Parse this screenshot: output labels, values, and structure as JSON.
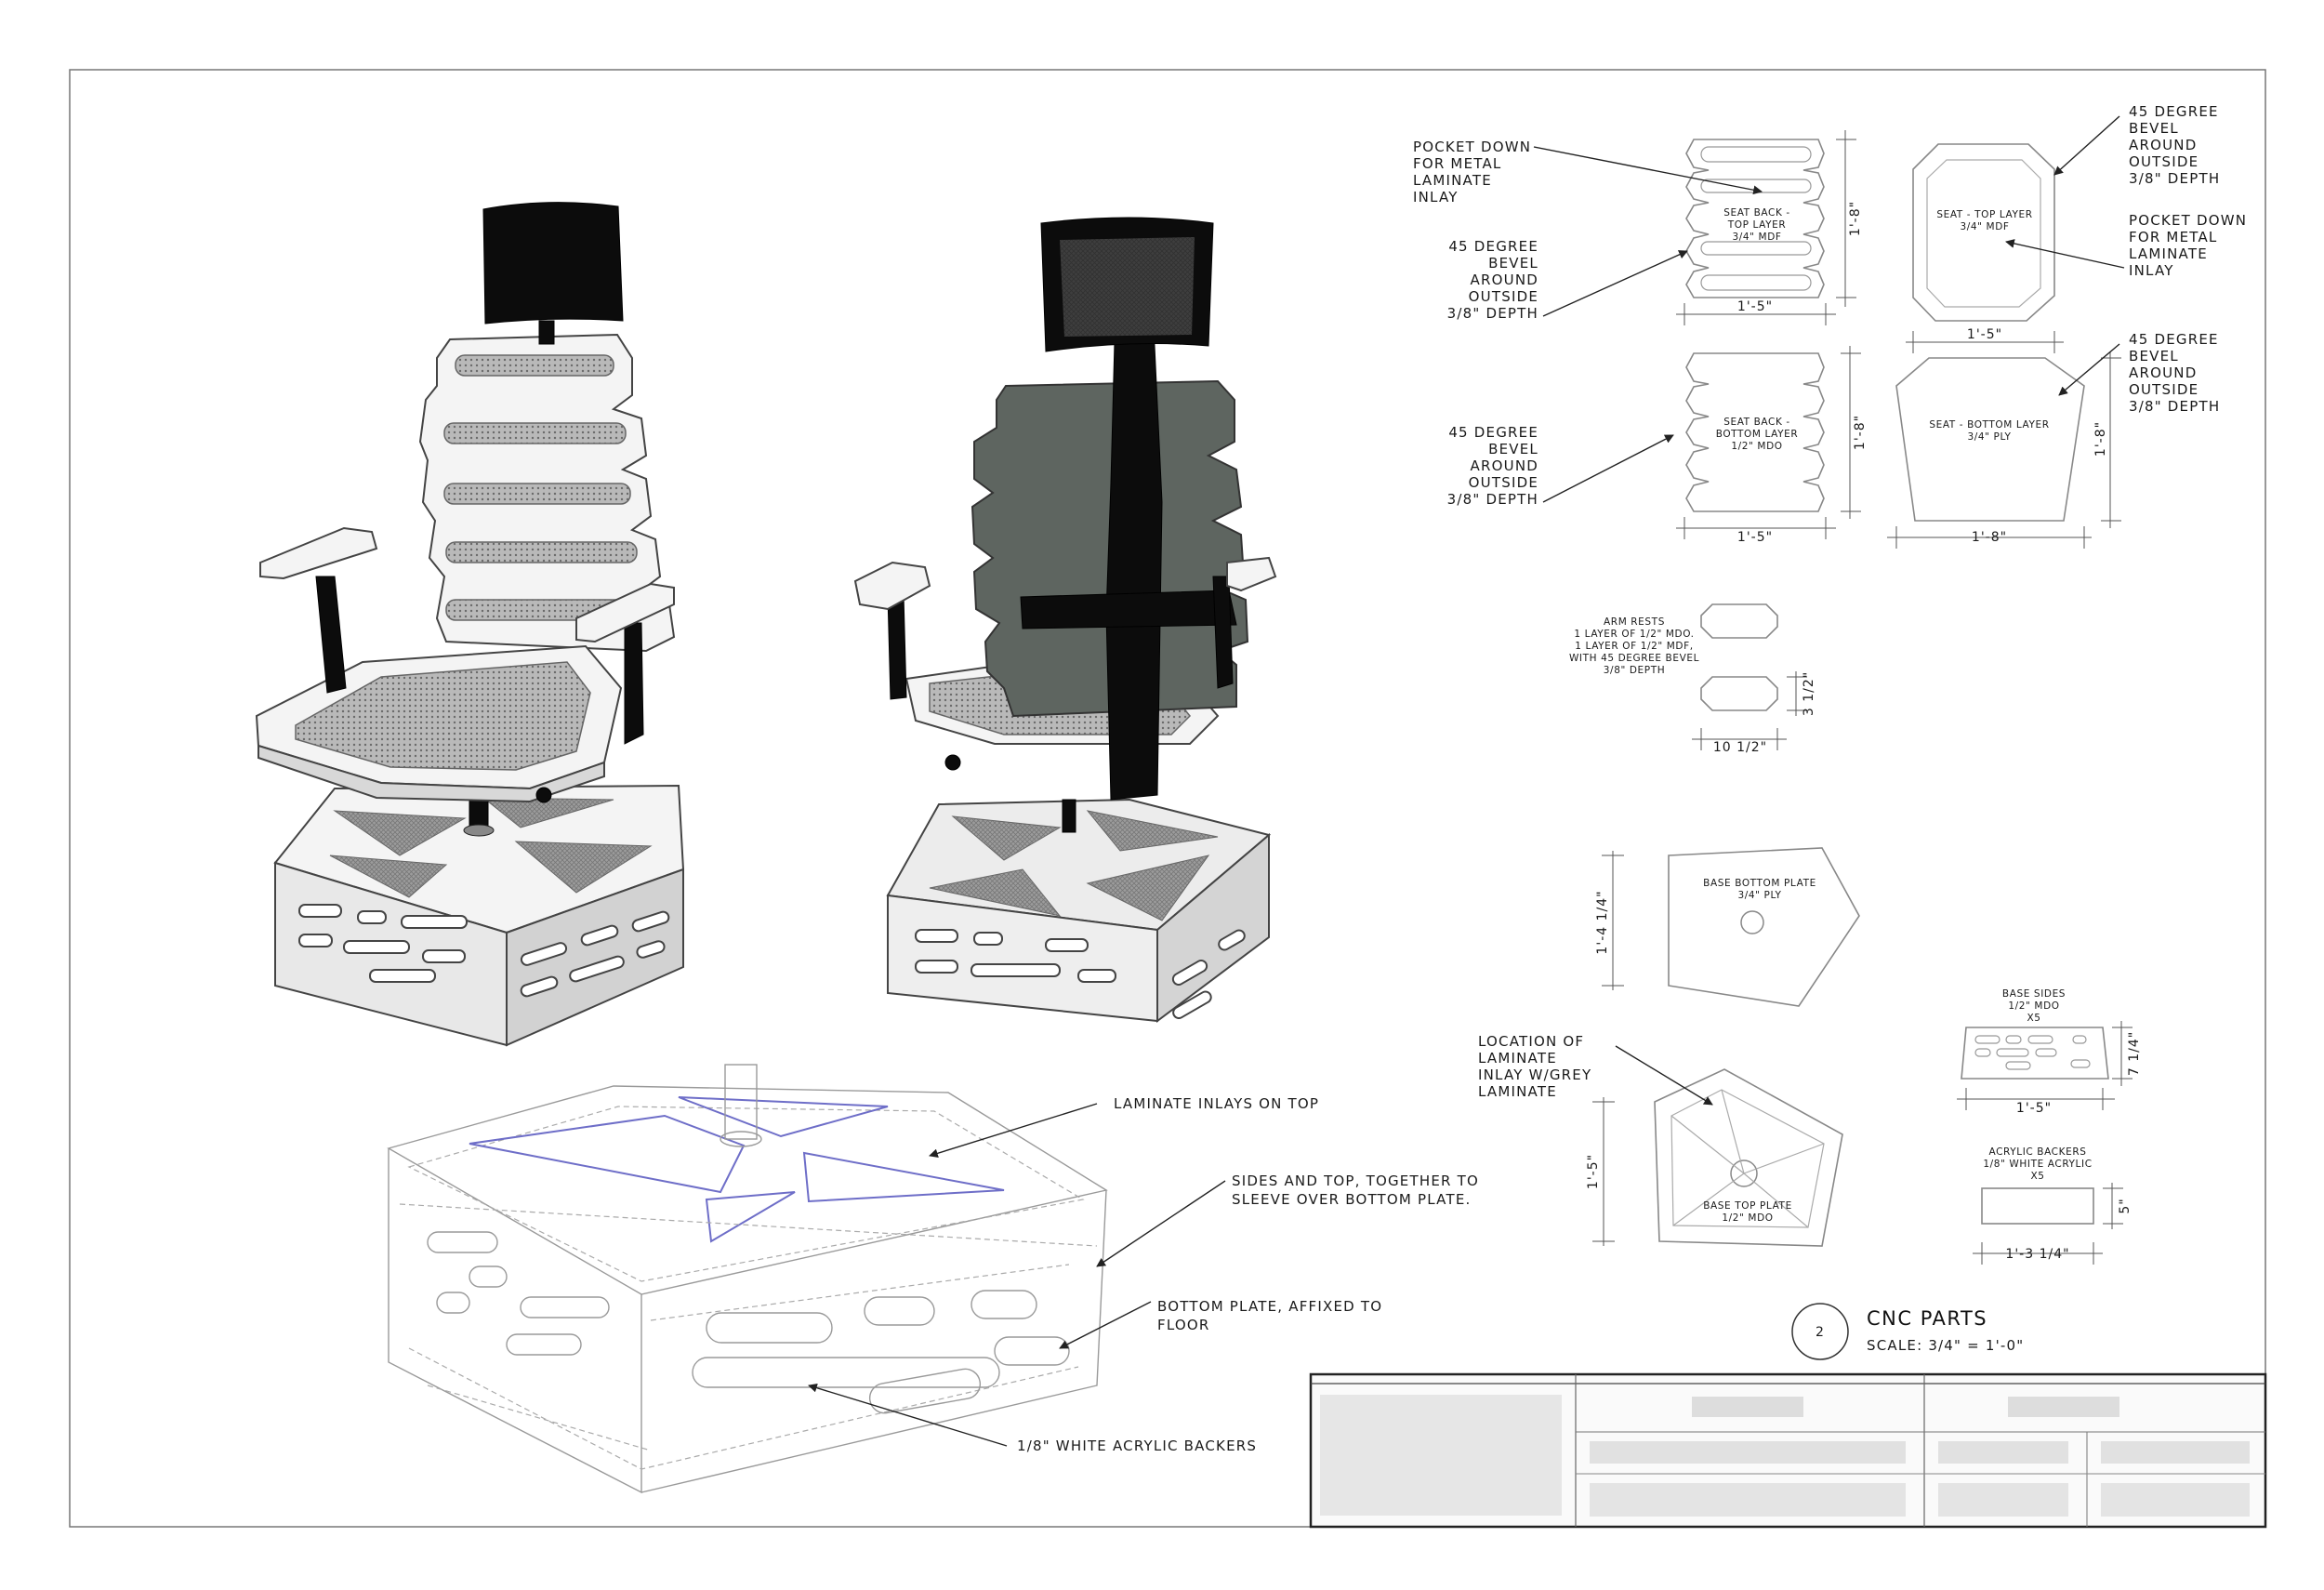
{
  "sheet": {
    "section_number": "2",
    "section_title": "CNC PARTS",
    "section_scale": "SCALE: 3/4\" = 1'-0\""
  },
  "callouts": {
    "back_top_pocket": [
      "POCKET DOWN",
      "FOR METAL",
      "LAMINATE",
      "INLAY"
    ],
    "back_top_bevel": [
      "45 DEGREE",
      "BEVEL",
      "AROUND",
      "OUTSIDE",
      "3/8\" DEPTH"
    ],
    "back_bottom_bevel": [
      "45 DEGREE",
      "BEVEL",
      "AROUND",
      "OUTSIDE",
      "3/8\" DEPTH"
    ],
    "seat_top_bevel": [
      "45 DEGREE",
      "BEVEL",
      "AROUND",
      "OUTSIDE",
      "3/8\" DEPTH"
    ],
    "seat_top_pocket": [
      "POCKET DOWN",
      "FOR METAL",
      "LAMINATE",
      "INLAY"
    ],
    "seat_bottom_bevel": [
      "45 DEGREE",
      "BEVEL",
      "AROUND",
      "OUTSIDE",
      "3/8\" DEPTH"
    ],
    "laminate_location": [
      "LOCATION OF",
      "LAMINATE",
      "INLAY W/GREY",
      "LAMINATE"
    ],
    "inlays_on_top": "LAMINATE INLAYS ON TOP",
    "sides_and_top": [
      "SIDES AND TOP, TOGETHER TO",
      "SLEEVE OVER BOTTOM PLATE."
    ],
    "bottom_plate": [
      "BOTTOM PLATE, AFFIXED TO",
      "FLOOR"
    ],
    "acrylic_backers": "1/8\" WHITE ACRYLIC BACKERS"
  },
  "parts": {
    "seat_back_top": {
      "label": [
        "SEAT BACK -",
        "TOP LAYER",
        "3/4\" MDF"
      ],
      "width": "1'-5\"",
      "height": "1'-8\""
    },
    "seat_back_bottom": {
      "label": [
        "SEAT BACK -",
        "BOTTOM LAYER",
        "1/2\" MDO"
      ],
      "width": "1'-5\"",
      "height": "1'-8\""
    },
    "seat_top": {
      "label": [
        "SEAT - TOP LAYER",
        "3/4\" MDF"
      ],
      "width": "1'-5\""
    },
    "seat_bottom": {
      "label": [
        "SEAT - BOTTOM LAYER",
        "3/4\" PLY"
      ],
      "width": "1'-8\"",
      "height": "1'-8\""
    },
    "arm_rests": {
      "label": [
        "ARM RESTS",
        "1 LAYER OF 1/2\" MDO.",
        "1 LAYER OF 1/2\" MDF,",
        "WITH 45 DEGREE BEVEL",
        "3/8\" DEPTH"
      ],
      "width": "10 1/2\"",
      "height": "3 1/2\""
    },
    "base_bottom_plate": {
      "label": [
        "BASE BOTTOM PLATE",
        "3/4\" PLY"
      ],
      "height": "1'-4 1/4\""
    },
    "base_top_plate": {
      "label": [
        "BASE TOP PLATE",
        "1/2\" MDO"
      ],
      "height": "1'-5\""
    },
    "base_sides": {
      "label": [
        "BASE SIDES",
        "1/2\" MDO",
        "X5"
      ],
      "width": "1'-5\"",
      "height": "7 1/4\""
    },
    "acrylic_backers": {
      "label": [
        "ACRYLIC BACKERS",
        "1/8\" WHITE ACRYLIC",
        "X5"
      ],
      "width": "1'-3 1/4\"",
      "height": "5\""
    }
  }
}
